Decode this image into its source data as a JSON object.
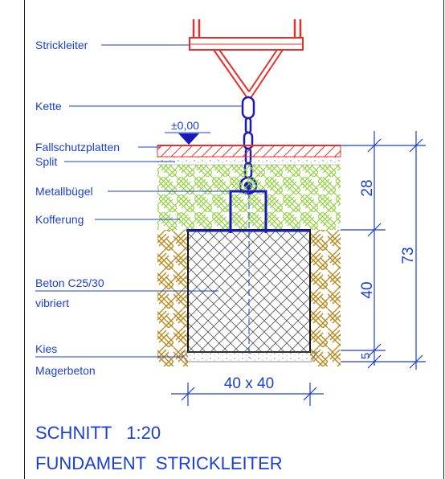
{
  "labels": {
    "strickleiter": "Strickleiter",
    "kette": "Kette",
    "level": "±0,00",
    "fallschutz": "Fallschutzplatten",
    "split": "Split",
    "metallbuegel": "Metallbügel",
    "kofferung": "Kofferung",
    "beton_line1": "Beton C25/30",
    "beton_line2": "vibriert",
    "kies": "Kies",
    "magerbeton": "Magerbeton"
  },
  "dimensions": {
    "d28": "28",
    "d40": "40",
    "d5": "5",
    "d73": "73",
    "width": "40 x 40"
  },
  "title": {
    "line1": "SCHNITT   1:20",
    "line2": "FUNDAMENT  STRICKLEITER"
  },
  "colors": {
    "blue": "#1a3fd6",
    "red": "#e8302a",
    "green": "#8fd13a",
    "ochre": "#b88a1e",
    "navy": "#1a1ab8"
  }
}
